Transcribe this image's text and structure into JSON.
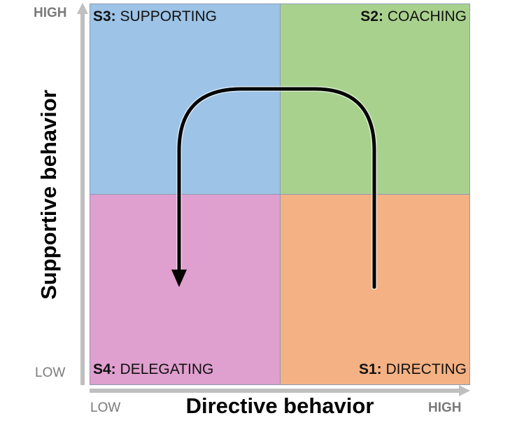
{
  "quadrants": {
    "s3": {
      "code": "S3:",
      "name": "SUPPORTING",
      "color": "#9dc3e6"
    },
    "s2": {
      "code": "S2:",
      "name": "COACHING",
      "color": "#a9d18e"
    },
    "s4": {
      "code": "S4:",
      "name": "DELEGATING",
      "color": "#df9fcf"
    },
    "s1": {
      "code": "S1:",
      "name": "DIRECTING",
      "color": "#f4b183"
    }
  },
  "y_axis": {
    "title": "Supportive behavior",
    "high": "HIGH",
    "low": "LOW"
  },
  "x_axis": {
    "title": "Directive behavior",
    "low": "LOW",
    "high": "HIGH"
  },
  "colors": {
    "axis": "#bfbfbf",
    "tick_text": "#7a7a7a",
    "curve": "#000000"
  }
}
